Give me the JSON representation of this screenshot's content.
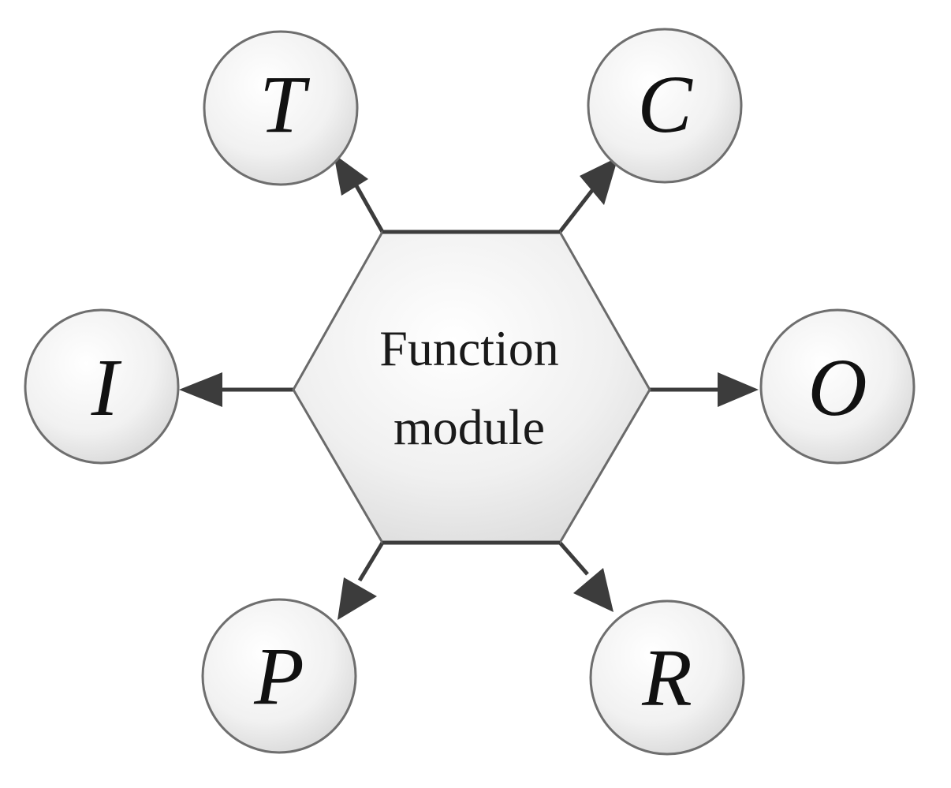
{
  "center": {
    "line1": "Function",
    "line2": "module"
  },
  "nodes": {
    "t": "T",
    "c": "C",
    "i": "I",
    "o": "O",
    "p": "P",
    "r": "R"
  },
  "colors": {
    "stroke": "#3c3c3c",
    "fill_light": "#ffffff",
    "fill_shade": "#dcdcdc"
  }
}
